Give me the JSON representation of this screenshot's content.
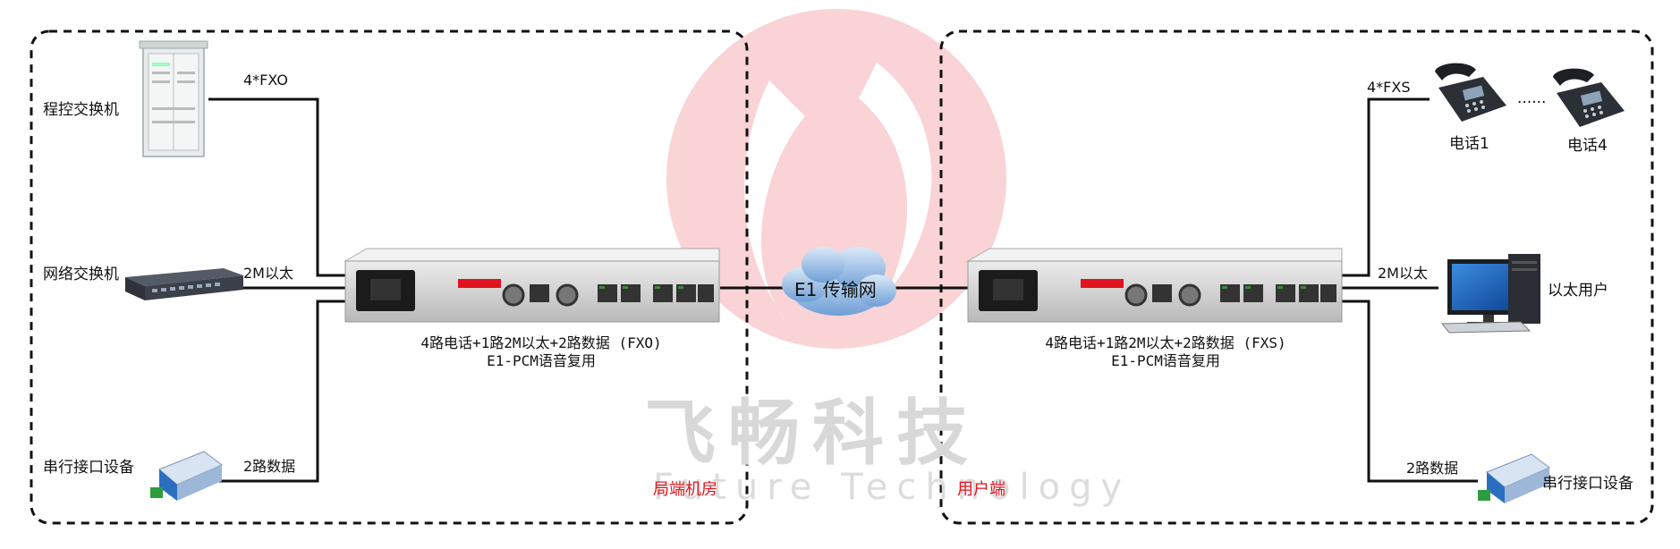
{
  "watermark": {
    "brand_cn": "飞畅科技",
    "brand_en": "Future Technology"
  },
  "regions": {
    "left": "局端机房",
    "right": "用户端"
  },
  "cloud": {
    "label": "E1 传输网"
  },
  "left": {
    "pbx_label": "程控交换机",
    "fxo_link": "4*FXO",
    "switch_label": "网络交换机",
    "eth_link": "2M以太",
    "serial_label": "串行接口设备",
    "data_link": "2路数据",
    "device_caption_line1": "4路电话+1路2M以太+2路数据 (FXO)",
    "device_caption_line2": "E1-PCM语音复用"
  },
  "right": {
    "fxs_link": "4*FXS",
    "phone1": "电话1",
    "dots": "......",
    "phone4": "电话4",
    "eth_link": "2M以太",
    "pc_label": "以太用户",
    "data_link": "2路数据",
    "serial_label": "串行接口设备",
    "device_caption_line1": "4路电话+1路2M以太+2路数据 (FXS)",
    "device_caption_line2": "E1-PCM语音复用"
  },
  "colors": {
    "accent_red": "#e0141e",
    "line": "#111111",
    "device_body": "#d9d9d9",
    "port_green": "#3c8a3a"
  }
}
